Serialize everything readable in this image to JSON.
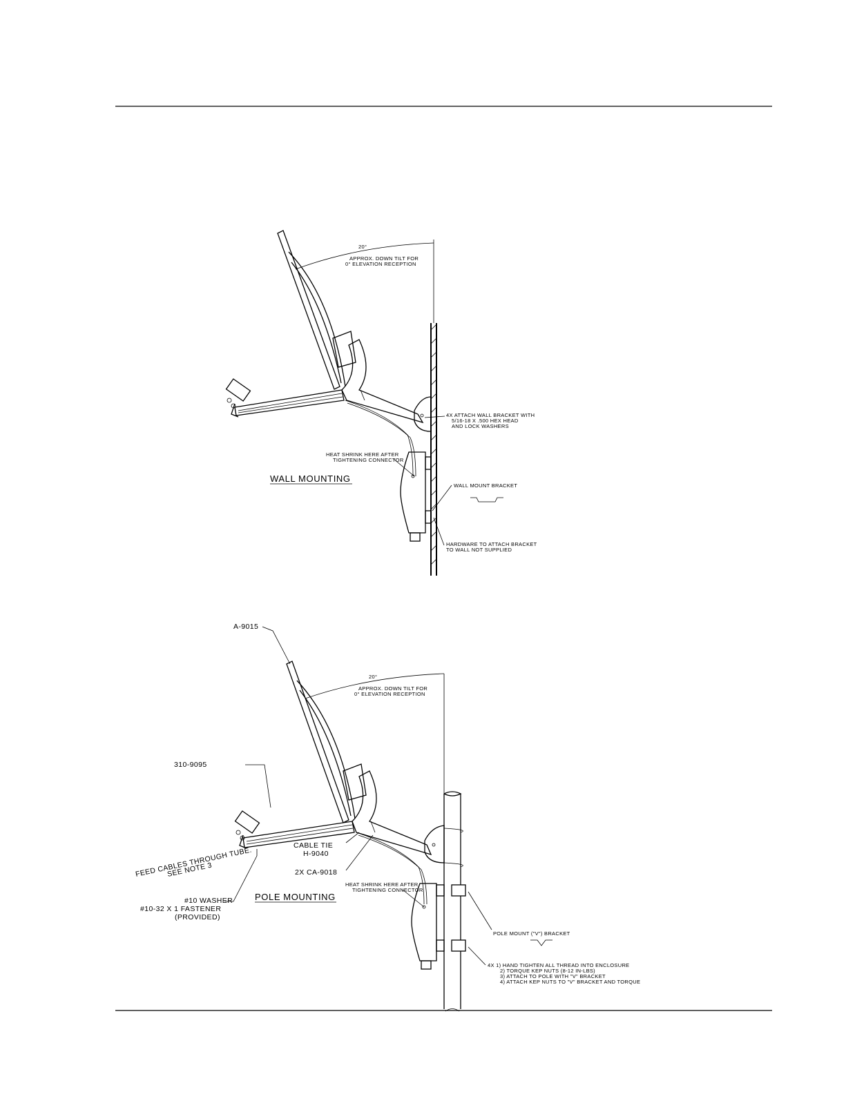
{
  "wall": {
    "angle": "20°",
    "tilt_note_1": "APPROX. DOWN TILT FOR",
    "tilt_note_2": "0° ELEVATION RECEPTION",
    "attach_1": "4X ATTACH WALL BRACKET WITH",
    "attach_2": "5/16-18 X .500 HEX HEAD",
    "attach_3": "AND LOCK WASHERS",
    "heat_1": "HEAT SHRINK HERE AFTER",
    "heat_2": "TIGHTENING CONNECTOR",
    "title": "WALL MOUNTING",
    "bracket": "WALL MOUNT BRACKET",
    "hardware_1": "HARDWARE TO ATTACH BRACKET",
    "hardware_2": "TO WALL NOT SUPPLIED"
  },
  "pole": {
    "part_reflector": "A-9015",
    "angle": "20°",
    "tilt_note_1": "APPROX. DOWN TILT FOR",
    "tilt_note_2": "0° ELEVATION RECEPTION",
    "part_lnb": "310-9095",
    "feed_1": "FEED CABLES THROUGH TUBE.",
    "feed_2": "SEE NOTE 3",
    "cable_tie_1": "CABLE TIE",
    "cable_tie_2": "H-9040",
    "cable": "2X CA-9018",
    "heat_1": "HEAT SHRINK HERE AFTER",
    "heat_2": "TIGHTENING CONNECTOR",
    "washer_1": "#10 WASHER",
    "washer_2": "#10-32 X 1 FASTENER",
    "washer_3": "(PROVIDED)",
    "title": "POLE MOUNTING",
    "bracket": "POLE MOUNT (\"V\") BRACKET",
    "step_1": "4X 1) HAND TIGHTEN ALL THREAD INTO ENCLOSURE",
    "step_2": "2) TORQUE KEP NUTS (8-12 IN-LBS)",
    "step_3": "3) ATTACH TO POLE WITH \"V\" BRACKET",
    "step_4": "4) ATTACH KEP NUTS TO \"V\" BRACKET AND TORQUE"
  }
}
